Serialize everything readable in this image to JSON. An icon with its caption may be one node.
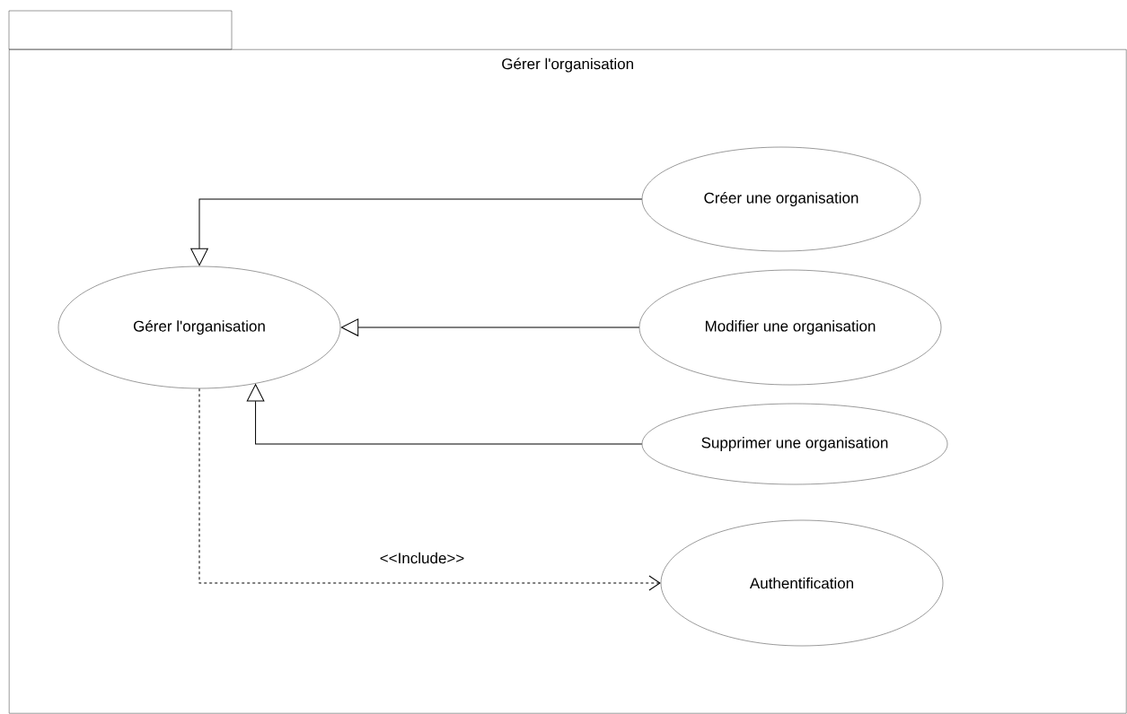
{
  "diagram": {
    "nodes": [
      {
        "text": [
          "Gérer l'organisation"
        ]
      },
      {
        "text": [
          "Gérer l'organisation"
        ],
        "in": 0
      },
      {
        "text": [
          "Créer une organisation"
        ],
        "in": 0
      },
      {
        "text": [
          "Modifier une organisation"
        ],
        "in": 0
      },
      {
        "text": [
          "Supprimer une organisation"
        ],
        "in": 0
      },
      {
        "text": [
          "Authentification"
        ],
        "in": 0
      }
    ],
    "edges": [
      {
        "from": 2,
        "to": 1,
        "arrow": "to"
      },
      {
        "from": 3,
        "to": 1,
        "arrow": "to"
      },
      {
        "from": 4,
        "to": 1,
        "arrow": "to"
      },
      {
        "from": 1,
        "to": 5,
        "arrow": "to",
        "label": "<<Include>>",
        "style": "dashed"
      }
    ]
  }
}
